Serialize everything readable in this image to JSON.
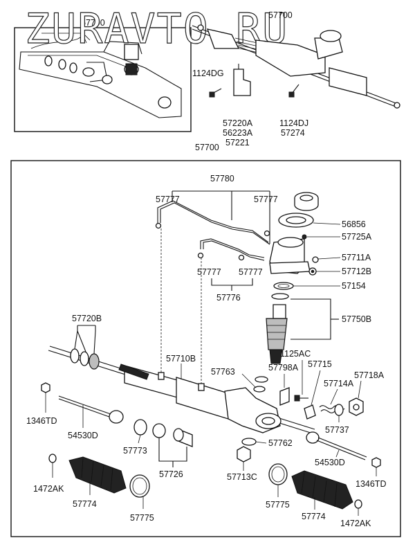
{
  "watermark": "ZURAVTO.RU",
  "labels": {
    "p57790": "57790",
    "p57700_top": "57700",
    "p1124DG": "1124DG",
    "p57220A": "57220A",
    "p56223A": "56223A",
    "p57221": "57221",
    "p1124DJ": "1124DJ",
    "p57274": "57274",
    "p57700_main": "57700",
    "p57780": "57780",
    "p57777_a": "57777",
    "p57777_b": "57777",
    "p57777_c": "57777",
    "p57777_d": "57777",
    "p57776": "57776",
    "p56856": "56856",
    "p57725A": "57725A",
    "p57711A": "57711A",
    "p57712B": "57712B",
    "p57154": "57154",
    "p57750B": "57750B",
    "p57720B": "57720B",
    "p57710B": "57710B",
    "p1125AC": "1125AC",
    "p57763": "57763",
    "p57798A": "57798A",
    "p57715": "57715",
    "p57718A": "57718A",
    "p57714A": "57714A",
    "p1346TD_l": "1346TD",
    "p54530D_l": "54530D",
    "p57773": "57773",
    "p57737": "57737",
    "p57762": "57762",
    "p54530D_r": "54530D",
    "p57726": "57726",
    "p57713C": "57713C",
    "p1346TD_r": "1346TD",
    "p1472AK_l": "1472AK",
    "p57774_l": "57774",
    "p57775_l": "57775",
    "p57775_r": "57775",
    "p57774_r": "57774",
    "p1472AK_r": "1472AK"
  }
}
